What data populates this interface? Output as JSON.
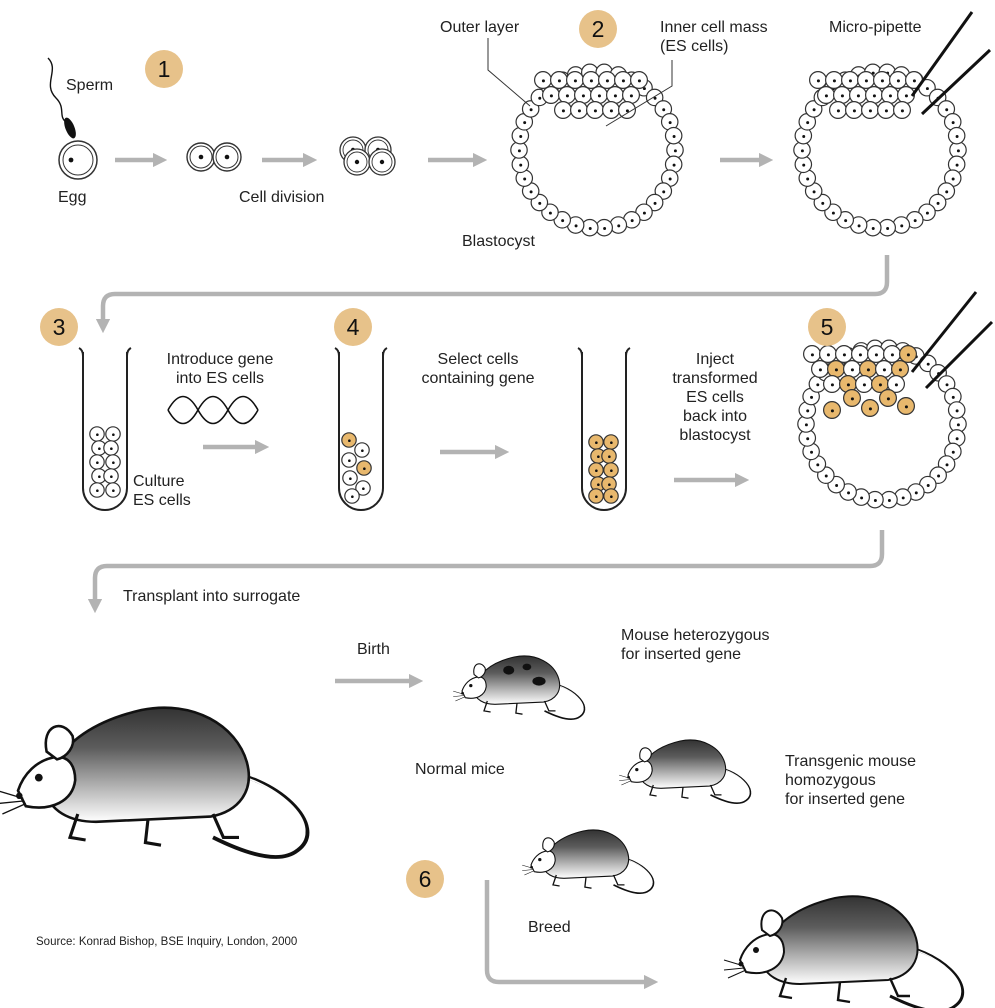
{
  "steps": [
    "1",
    "2",
    "3",
    "4",
    "5",
    "6"
  ],
  "labels": {
    "sperm": "Sperm",
    "egg": "Egg",
    "cell_division": "Cell division",
    "outer_layer": "Outer layer",
    "inner_cell_mass": "Inner cell mass\n(ES cells)",
    "micro_pipette": "Micro-pipette",
    "blastocyst": "Blastocyst",
    "introduce_gene": "Introduce gene\ninto ES cells",
    "culture_es_cells": "Culture\nES cells",
    "select_cells": "Select cells\ncontaining gene",
    "inject_cells": "Inject\ntransformed\nES cells\nback into\nblastocyst",
    "transplant": "Transplant into surrogate",
    "birth": "Birth",
    "heterozygous": "Mouse heterozygous\nfor inserted gene",
    "normal_mice": "Normal mice",
    "homozygous": "Transgenic mouse\nhomozygous\nfor inserted gene",
    "breed": "Breed",
    "source": "Source: Konrad Bishop, BSE Inquiry, London, 2000"
  },
  "colors": {
    "accent_badge": "#e7c28a",
    "transformed_cell": "#e8b86d",
    "arrow": "#b3b3b3"
  },
  "icons": [
    "sperm-icon",
    "egg-icon",
    "cell-icon",
    "blastocyst-icon",
    "micro-pipette-icon",
    "test-tube-icon",
    "dna-wave-icon",
    "mouse-icon"
  ]
}
